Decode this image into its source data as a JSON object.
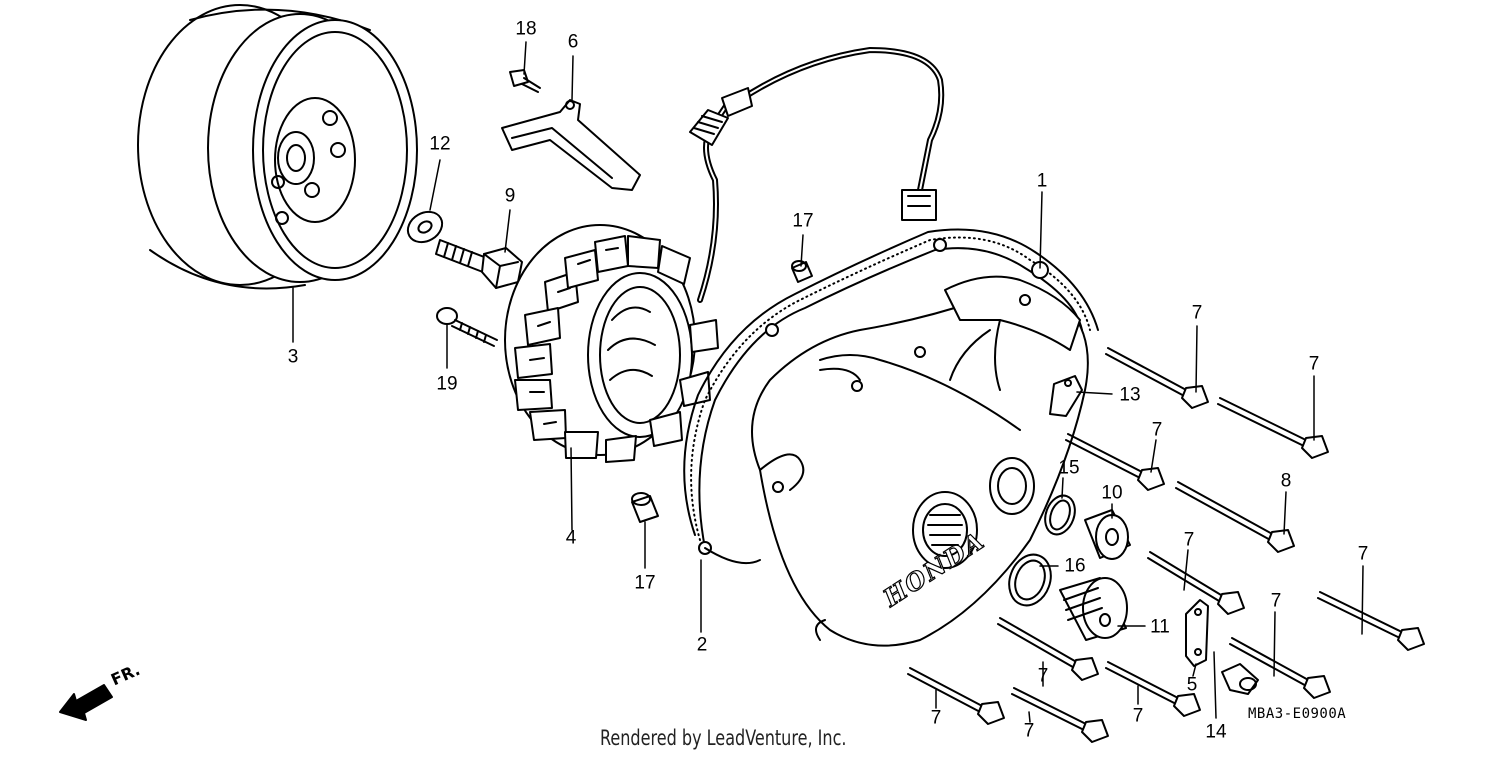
{
  "diagram": {
    "credit": "Rendered by LeadVenture, Inc.",
    "diagram_code": "MBA3-E0900A",
    "direction_label": "FR.",
    "cover_logo": "HONDA",
    "callouts": {
      "n1": "1",
      "n2": "2",
      "n3": "3",
      "n4": "4",
      "n5": "5",
      "n6": "6",
      "n7": "7",
      "n8": "8",
      "n9": "9",
      "n10": "10",
      "n11": "11",
      "n12": "12",
      "n13": "13",
      "n14": "14",
      "n15": "15",
      "n16": "16",
      "n17": "17",
      "n18": "18",
      "n19": "19"
    }
  }
}
